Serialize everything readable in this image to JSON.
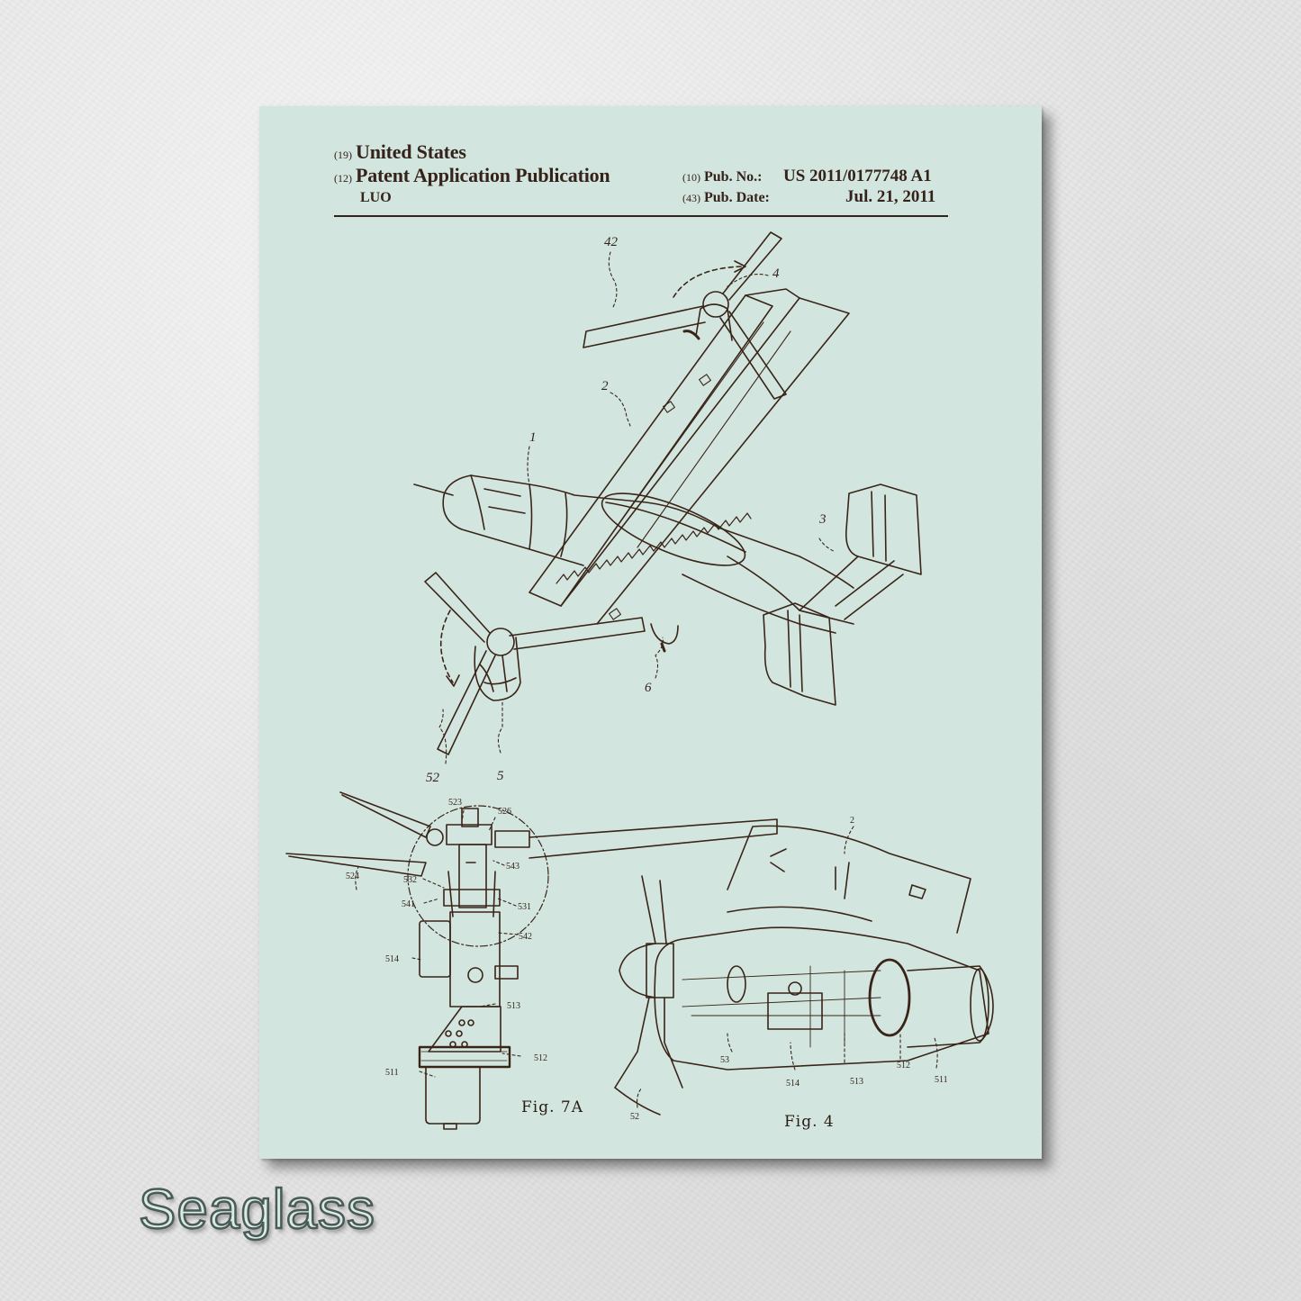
{
  "patent": {
    "country_code": "(19)",
    "country": "United States",
    "type_code": "(12)",
    "type": "Patent Application Publication",
    "inventor": "LUO",
    "pub_no_code": "(10)",
    "pub_no_label": "Pub. No.:",
    "pub_no": "US 2011/0177748 A1",
    "pub_date_code": "(43)",
    "pub_date_label": "Pub. Date:",
    "pub_date": "Jul. 21, 2011"
  },
  "figures": {
    "main": {
      "labels": [
        "42",
        "4",
        "2",
        "1",
        "3",
        "6",
        "52",
        "5"
      ]
    },
    "fig7a": {
      "caption": "Fig. 7A",
      "labels": [
        "523",
        "526",
        "524",
        "543",
        "532",
        "541",
        "531",
        "542",
        "514",
        "513",
        "512",
        "511"
      ]
    },
    "fig4": {
      "caption": "Fig. 4",
      "labels": [
        "2",
        "53",
        "514",
        "513",
        "512",
        "511",
        "52"
      ]
    }
  },
  "colors": {
    "paper": "#d2e6df",
    "ink": "#35221a",
    "wall": "#e4e4e4"
  },
  "product": {
    "color_name": "Seaglass"
  }
}
